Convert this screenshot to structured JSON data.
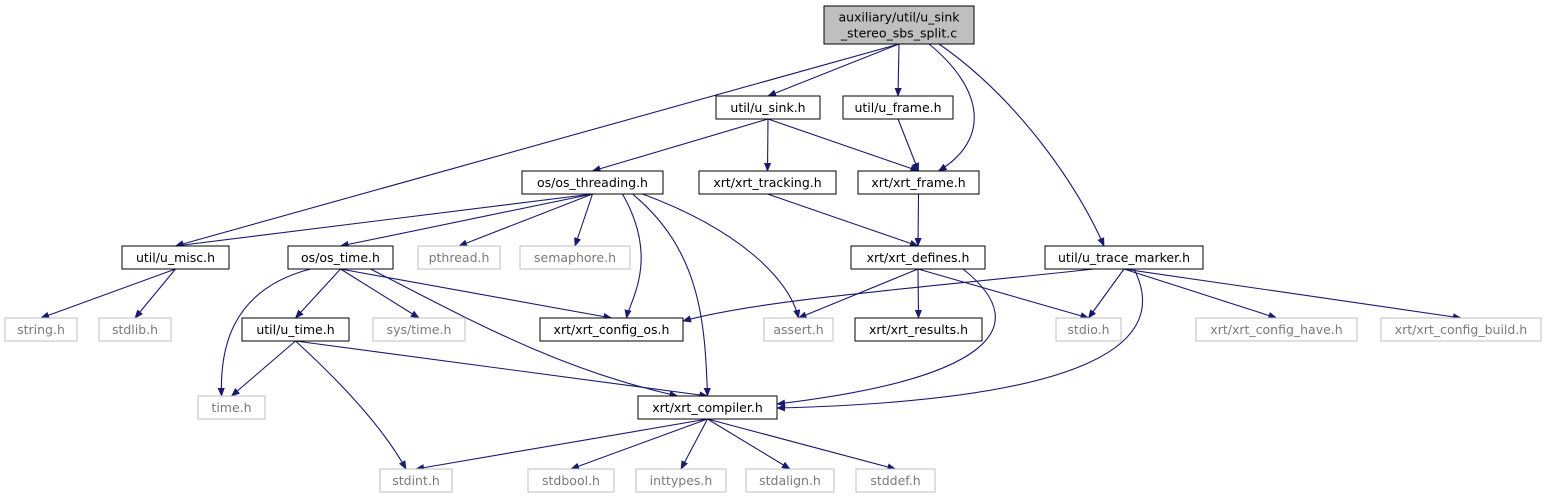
{
  "colors": {
    "edge": "#191970",
    "root_fill": "#bfbfbf",
    "project_border": "#000000",
    "system_border": "#bfbfbf",
    "system_text": "#7a7a7a"
  },
  "nodes": [
    {
      "id": "root",
      "label": [
        "auxiliary/util/u_sink",
        "_stereo_sbs_split.c"
      ],
      "kind": "root"
    },
    {
      "id": "u_sink",
      "label": [
        "util/u_sink.h"
      ],
      "kind": "project"
    },
    {
      "id": "u_frame",
      "label": [
        "util/u_frame.h"
      ],
      "kind": "project"
    },
    {
      "id": "os_threading",
      "label": [
        "os/os_threading.h"
      ],
      "kind": "project"
    },
    {
      "id": "xrt_tracking",
      "label": [
        "xrt/xrt_tracking.h"
      ],
      "kind": "project"
    },
    {
      "id": "xrt_frame",
      "label": [
        "xrt/xrt_frame.h"
      ],
      "kind": "project"
    },
    {
      "id": "u_misc",
      "label": [
        "util/u_misc.h"
      ],
      "kind": "project"
    },
    {
      "id": "os_time",
      "label": [
        "os/os_time.h"
      ],
      "kind": "project"
    },
    {
      "id": "pthread",
      "label": [
        "pthread.h"
      ],
      "kind": "system"
    },
    {
      "id": "semaphore",
      "label": [
        "semaphore.h"
      ],
      "kind": "system"
    },
    {
      "id": "xrt_defines",
      "label": [
        "xrt/xrt_defines.h"
      ],
      "kind": "project"
    },
    {
      "id": "u_trace_marker",
      "label": [
        "util/u_trace_marker.h"
      ],
      "kind": "project"
    },
    {
      "id": "string",
      "label": [
        "string.h"
      ],
      "kind": "system"
    },
    {
      "id": "stdlib",
      "label": [
        "stdlib.h"
      ],
      "kind": "system"
    },
    {
      "id": "u_time",
      "label": [
        "util/u_time.h"
      ],
      "kind": "project"
    },
    {
      "id": "sys_time",
      "label": [
        "sys/time.h"
      ],
      "kind": "system"
    },
    {
      "id": "xrt_config_os",
      "label": [
        "xrt/xrt_config_os.h"
      ],
      "kind": "project"
    },
    {
      "id": "assert",
      "label": [
        "assert.h"
      ],
      "kind": "system"
    },
    {
      "id": "xrt_results",
      "label": [
        "xrt/xrt_results.h"
      ],
      "kind": "project"
    },
    {
      "id": "stdio",
      "label": [
        "stdio.h"
      ],
      "kind": "system"
    },
    {
      "id": "xrt_config_have",
      "label": [
        "xrt/xrt_config_have.h"
      ],
      "kind": "system"
    },
    {
      "id": "xrt_config_build",
      "label": [
        "xrt/xrt_config_build.h"
      ],
      "kind": "system"
    },
    {
      "id": "time",
      "label": [
        "time.h"
      ],
      "kind": "system"
    },
    {
      "id": "xrt_compiler",
      "label": [
        "xrt/xrt_compiler.h"
      ],
      "kind": "project"
    },
    {
      "id": "stdint",
      "label": [
        "stdint.h"
      ],
      "kind": "system"
    },
    {
      "id": "stdbool",
      "label": [
        "stdbool.h"
      ],
      "kind": "system"
    },
    {
      "id": "inttypes",
      "label": [
        "inttypes.h"
      ],
      "kind": "system"
    },
    {
      "id": "stdalign",
      "label": [
        "stdalign.h"
      ],
      "kind": "system"
    },
    {
      "id": "stddef",
      "label": [
        "stddef.h"
      ],
      "kind": "system"
    }
  ],
  "edges": [
    [
      "root",
      "u_misc"
    ],
    [
      "root",
      "u_sink"
    ],
    [
      "root",
      "u_frame"
    ],
    [
      "root",
      "xrt_frame"
    ],
    [
      "root",
      "u_trace_marker"
    ],
    [
      "u_sink",
      "os_threading"
    ],
    [
      "u_sink",
      "xrt_tracking"
    ],
    [
      "u_sink",
      "xrt_frame"
    ],
    [
      "u_frame",
      "xrt_frame"
    ],
    [
      "os_threading",
      "u_misc"
    ],
    [
      "os_threading",
      "os_time"
    ],
    [
      "os_threading",
      "pthread"
    ],
    [
      "os_threading",
      "semaphore"
    ],
    [
      "os_threading",
      "xrt_config_os"
    ],
    [
      "os_threading",
      "assert"
    ],
    [
      "os_threading",
      "xrt_compiler"
    ],
    [
      "xrt_tracking",
      "xrt_defines"
    ],
    [
      "xrt_frame",
      "xrt_defines"
    ],
    [
      "u_misc",
      "string"
    ],
    [
      "u_misc",
      "stdlib"
    ],
    [
      "os_time",
      "time"
    ],
    [
      "os_time",
      "u_time"
    ],
    [
      "os_time",
      "sys_time"
    ],
    [
      "os_time",
      "xrt_config_os"
    ],
    [
      "os_time",
      "xrt_compiler"
    ],
    [
      "xrt_defines",
      "assert"
    ],
    [
      "xrt_defines",
      "xrt_results"
    ],
    [
      "xrt_defines",
      "stdio"
    ],
    [
      "xrt_defines",
      "xrt_compiler"
    ],
    [
      "u_trace_marker",
      "xrt_config_os"
    ],
    [
      "u_trace_marker",
      "stdio"
    ],
    [
      "u_trace_marker",
      "xrt_config_have"
    ],
    [
      "u_trace_marker",
      "xrt_config_build"
    ],
    [
      "u_trace_marker",
      "xrt_compiler"
    ],
    [
      "u_time",
      "time"
    ],
    [
      "u_time",
      "stdint"
    ],
    [
      "u_time",
      "xrt_compiler"
    ],
    [
      "xrt_compiler",
      "stdint"
    ],
    [
      "xrt_compiler",
      "stdbool"
    ],
    [
      "xrt_compiler",
      "inttypes"
    ],
    [
      "xrt_compiler",
      "stdalign"
    ],
    [
      "xrt_compiler",
      "stddef"
    ]
  ]
}
